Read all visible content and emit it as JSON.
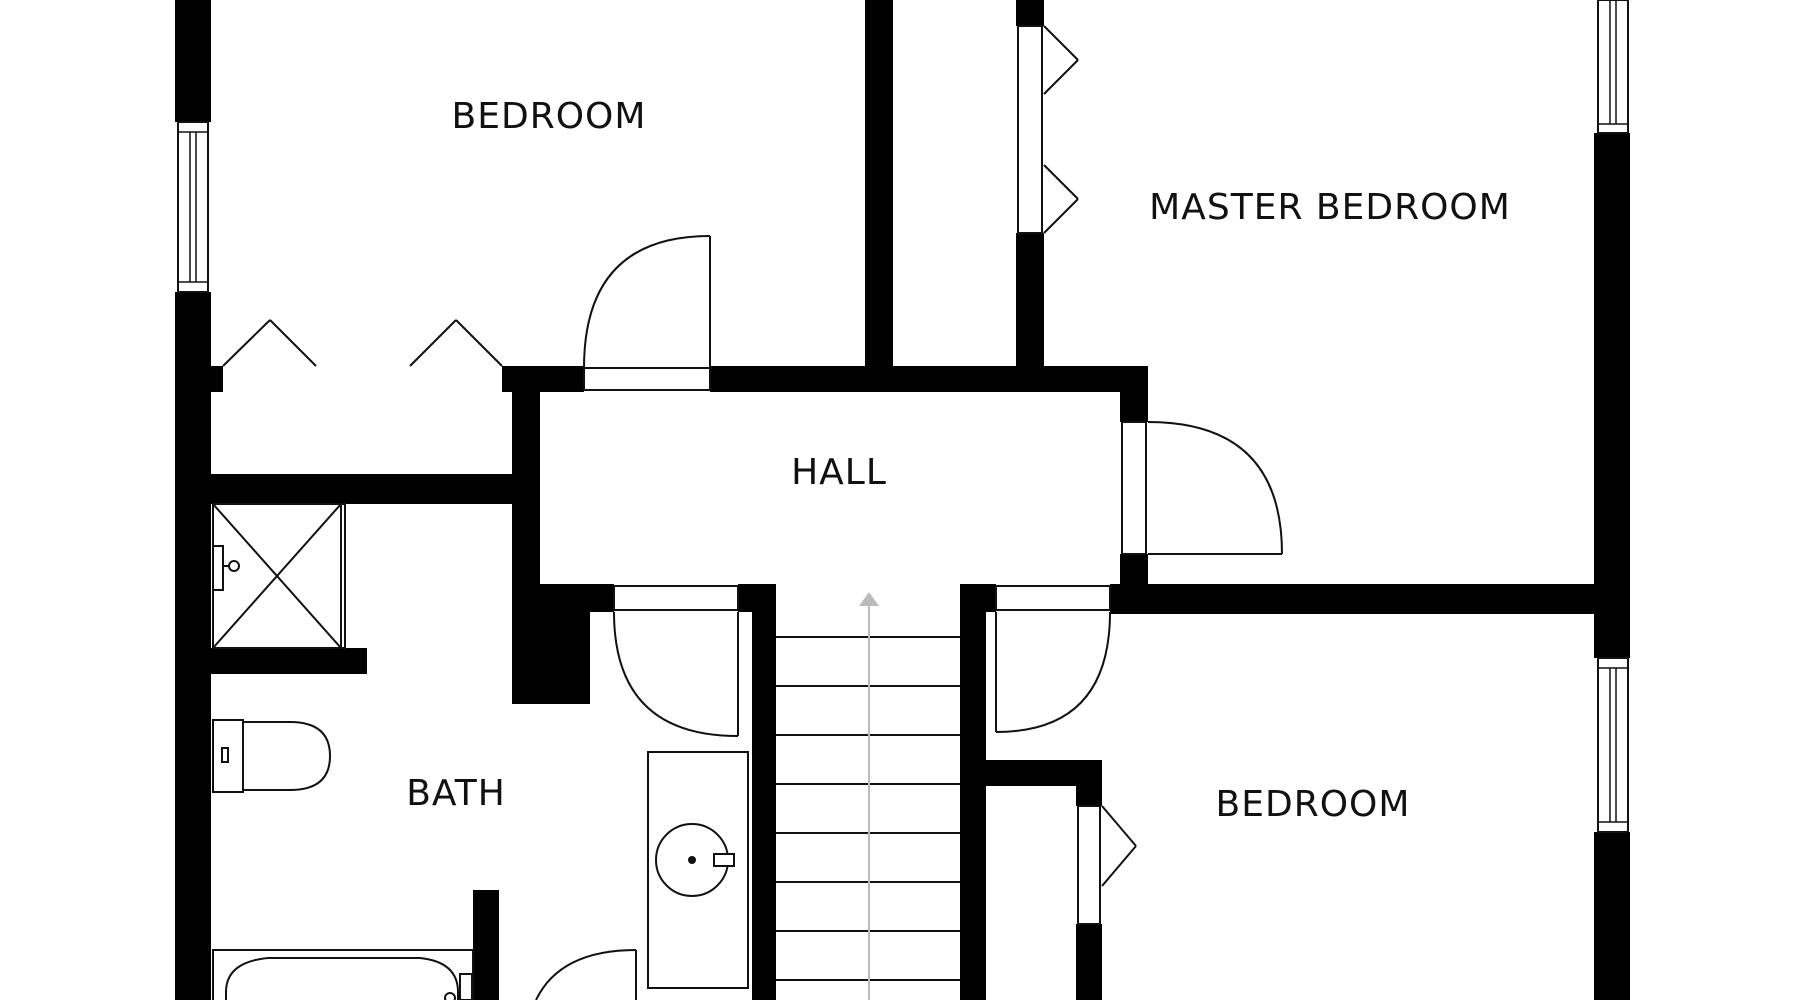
{
  "rooms": {
    "bedroom_top": "BEDROOM",
    "master_bedroom": "MASTER BEDROOM",
    "hall": "HALL",
    "bath": "BATH",
    "bedroom_bottom": "BEDROOM"
  },
  "colors": {
    "wall": "#000000",
    "background": "#ffffff",
    "line": "#111111"
  }
}
